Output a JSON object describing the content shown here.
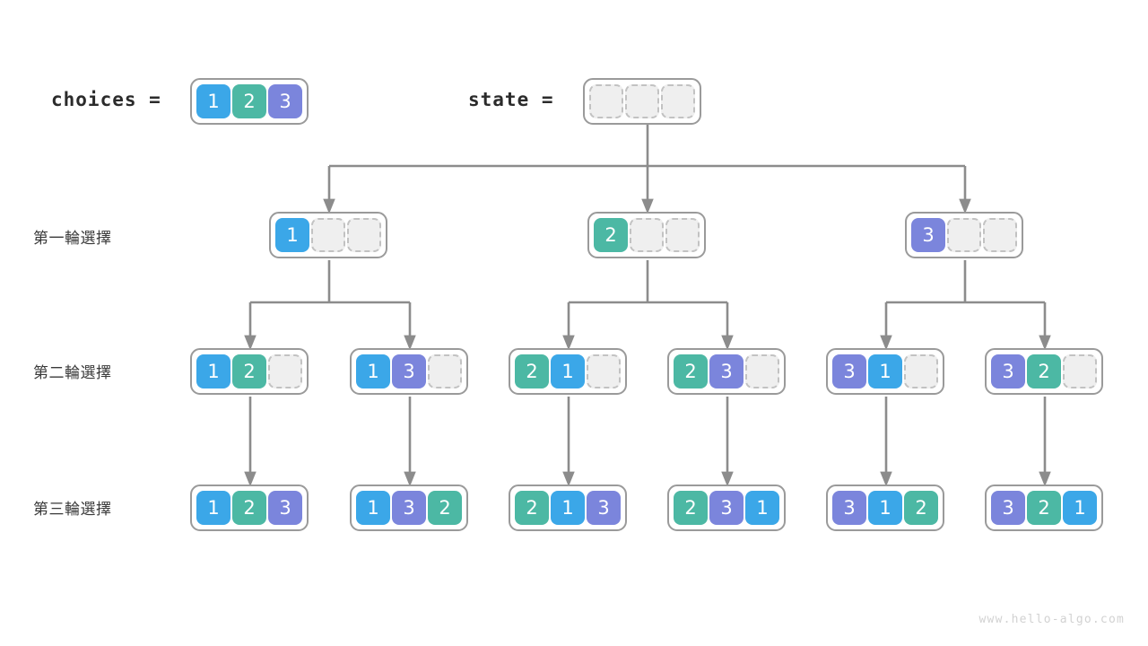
{
  "palette": {
    "blue": "#3ba7e8",
    "teal": "#4cb8a4",
    "purple": "#7b85dc",
    "empty_fill": "#efefef",
    "empty_border": "#c2c2c2",
    "node_border": "#9a9a9a",
    "edge": "#8c8c8c",
    "text": "#3a3a3a",
    "watermark": "#d2d2d2"
  },
  "header": {
    "choices_label": "choices  =",
    "state_label": "state  =",
    "choices_values": [
      "1",
      "2",
      "3"
    ],
    "state_values": [
      "",
      "",
      ""
    ]
  },
  "rows": [
    {
      "label": "第一輪選擇"
    },
    {
      "label": "第二輪選擇"
    },
    {
      "label": "第三輪選擇"
    }
  ],
  "level1": [
    {
      "cells": [
        "1",
        "",
        ""
      ]
    },
    {
      "cells": [
        "2",
        "",
        ""
      ]
    },
    {
      "cells": [
        "3",
        "",
        ""
      ]
    }
  ],
  "level2": [
    {
      "cells": [
        "1",
        "2",
        ""
      ]
    },
    {
      "cells": [
        "1",
        "3",
        ""
      ]
    },
    {
      "cells": [
        "2",
        "1",
        ""
      ]
    },
    {
      "cells": [
        "2",
        "3",
        ""
      ]
    },
    {
      "cells": [
        "3",
        "1",
        ""
      ]
    },
    {
      "cells": [
        "3",
        "2",
        ""
      ]
    }
  ],
  "level3": [
    {
      "cells": [
        "1",
        "2",
        "3"
      ]
    },
    {
      "cells": [
        "1",
        "3",
        "2"
      ]
    },
    {
      "cells": [
        "2",
        "1",
        "3"
      ]
    },
    {
      "cells": [
        "2",
        "3",
        "1"
      ]
    },
    {
      "cells": [
        "3",
        "1",
        "2"
      ]
    },
    {
      "cells": [
        "3",
        "2",
        "1"
      ]
    }
  ],
  "watermark": "www.hello-algo.com"
}
